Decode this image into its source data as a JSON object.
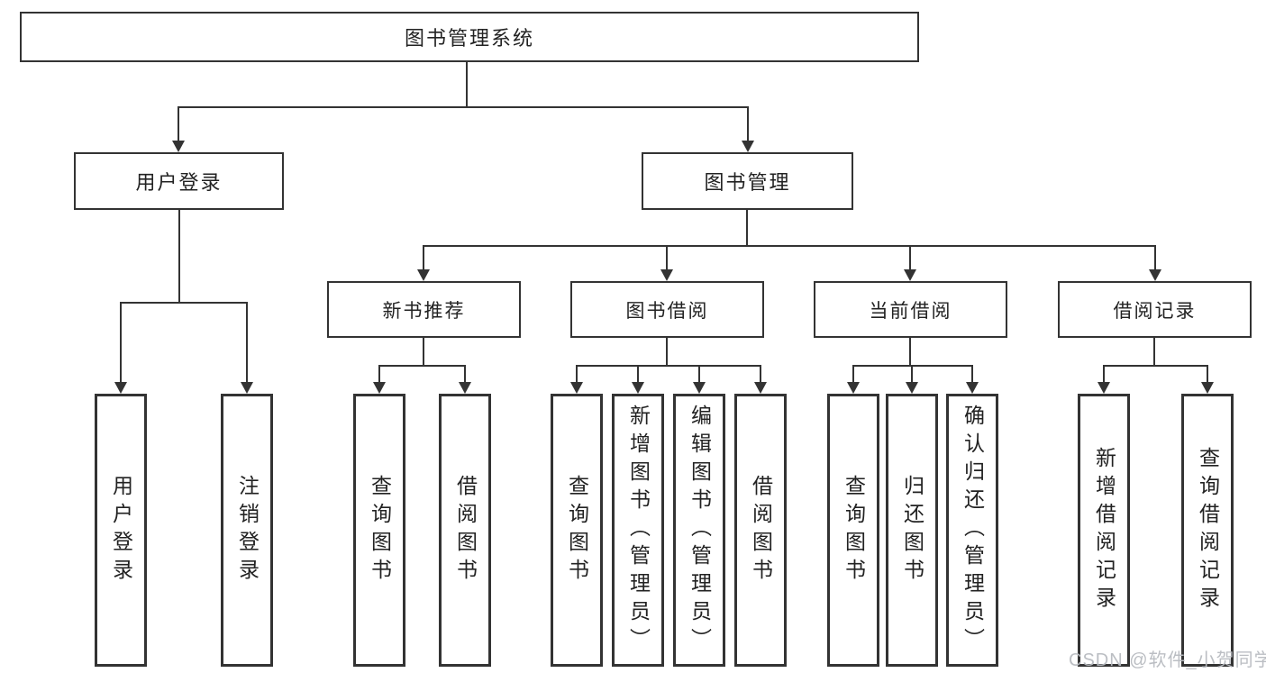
{
  "tree": {
    "root": {
      "label": "图书管理系统"
    },
    "branches": [
      {
        "label": "用户登录",
        "children": [
          {
            "label": "用户登录"
          },
          {
            "label": "注销登录"
          }
        ]
      },
      {
        "label": "图书管理",
        "children": [
          {
            "label": "新书推荐",
            "children": [
              {
                "label": "查询图书"
              },
              {
                "label": "借阅图书"
              }
            ]
          },
          {
            "label": "图书借阅",
            "children": [
              {
                "label": "查询图书"
              },
              {
                "label": "新增图书（管理员）"
              },
              {
                "label": "编辑图书（管理员）"
              },
              {
                "label": "借阅图书"
              }
            ]
          },
          {
            "label": "当前借阅",
            "children": [
              {
                "label": "查询图书"
              },
              {
                "label": "归还图书"
              },
              {
                "label": "确认归还（管理员）"
              }
            ]
          },
          {
            "label": "借阅记录",
            "children": [
              {
                "label": "新增借阅记录"
              },
              {
                "label": "查询借阅记录"
              }
            ]
          }
        ]
      }
    ]
  },
  "watermark": {
    "text": "CSDN @软件_小贺同学"
  },
  "colors": {
    "line": "#333333",
    "text": "#222222",
    "watermark": "#b7bac0"
  }
}
